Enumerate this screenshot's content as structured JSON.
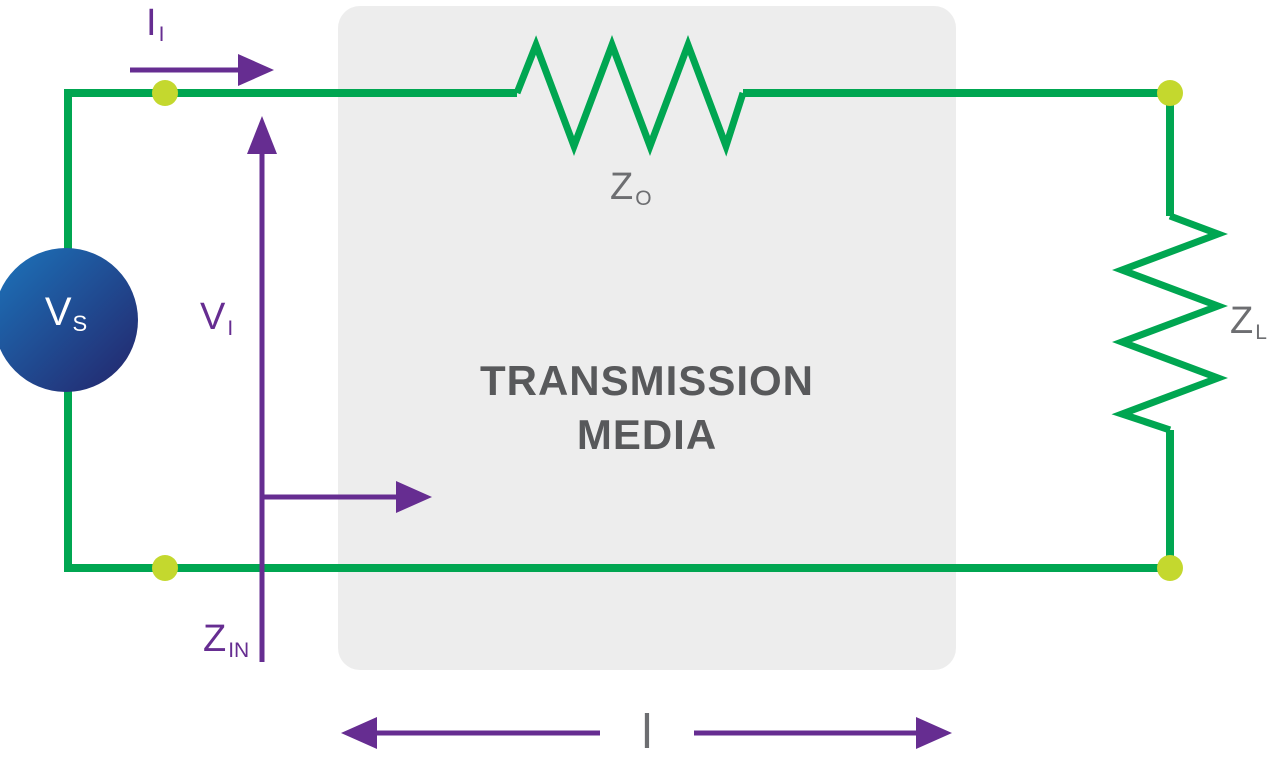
{
  "diagram": {
    "type": "transmission-line-circuit",
    "title_line1": "TRANSMISSION",
    "title_line2": "MEDIA",
    "labels": {
      "source_voltage": {
        "main": "V",
        "sub": "S"
      },
      "input_current": {
        "main": "I",
        "sub": "I"
      },
      "input_voltage": {
        "main": "V",
        "sub": "I"
      },
      "characteristic_impedance": {
        "main": "Z",
        "sub": "O"
      },
      "load_impedance": {
        "main": "Z",
        "sub": "L"
      },
      "input_impedance": {
        "main": "Z",
        "sub": "IN"
      },
      "length": "l"
    },
    "colors": {
      "wire_green": "#00A651",
      "node_yellow": "#C4D82E",
      "purple": "#662D91",
      "box_gray": "#EDEDED",
      "text_dark": "#58595B",
      "label_gray": "#6D6E71",
      "source_blue_start": "#1C75BC",
      "source_blue_end": "#24246A"
    }
  }
}
